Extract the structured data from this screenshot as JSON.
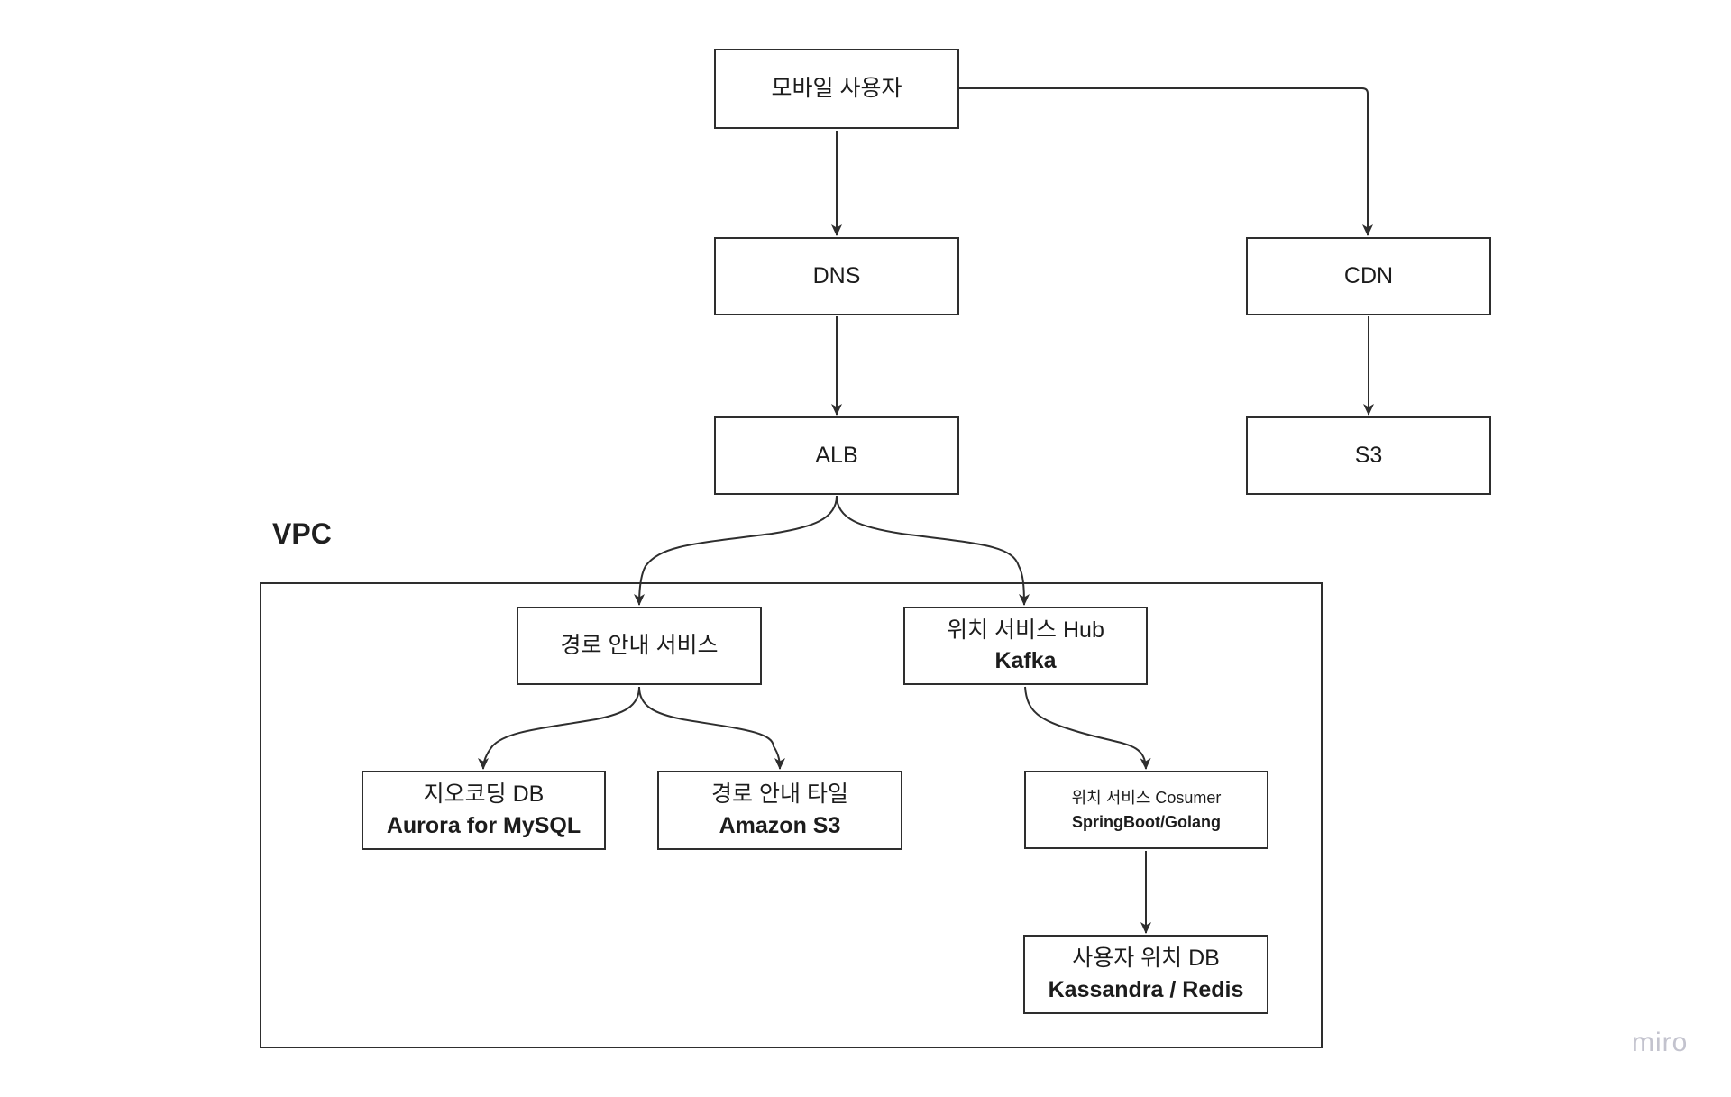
{
  "diagram": {
    "vpc_label": "VPC",
    "watermark": "miro",
    "colors": {
      "stroke": "#2e2e2e",
      "node_fill": "#ffffff",
      "text": "#1c1c1c",
      "watermark": "#c3c3ce"
    },
    "nodes": {
      "mobile_user": {
        "line1": "모바일 사용자"
      },
      "dns": {
        "line1": "DNS"
      },
      "cdn": {
        "line1": "CDN"
      },
      "alb": {
        "line1": "ALB"
      },
      "s3": {
        "line1": "S3"
      },
      "route_service": {
        "line1": "경로 안내 서비스"
      },
      "location_hub": {
        "line1": "위치 서비스 Hub",
        "line2": "Kafka"
      },
      "geocoding_db": {
        "line1": "지오코딩 DB",
        "line2": "Aurora for MySQL"
      },
      "route_tiles": {
        "line1": "경로 안내 타일",
        "line2": "Amazon S3"
      },
      "location_consumer": {
        "line1": "위치 서비스 Cosumer",
        "line2": "SpringBoot/Golang"
      },
      "user_location_db": {
        "line1": "사용자 위치 DB",
        "line2": "Kassandra / Redis"
      }
    },
    "edges": [
      {
        "from": "mobile_user",
        "to": "dns"
      },
      {
        "from": "mobile_user",
        "to": "cdn"
      },
      {
        "from": "dns",
        "to": "alb"
      },
      {
        "from": "cdn",
        "to": "s3"
      },
      {
        "from": "alb",
        "to": "route_service"
      },
      {
        "from": "alb",
        "to": "location_hub"
      },
      {
        "from": "route_service",
        "to": "geocoding_db"
      },
      {
        "from": "route_service",
        "to": "route_tiles"
      },
      {
        "from": "location_hub",
        "to": "location_consumer"
      },
      {
        "from": "location_consumer",
        "to": "user_location_db"
      }
    ]
  }
}
